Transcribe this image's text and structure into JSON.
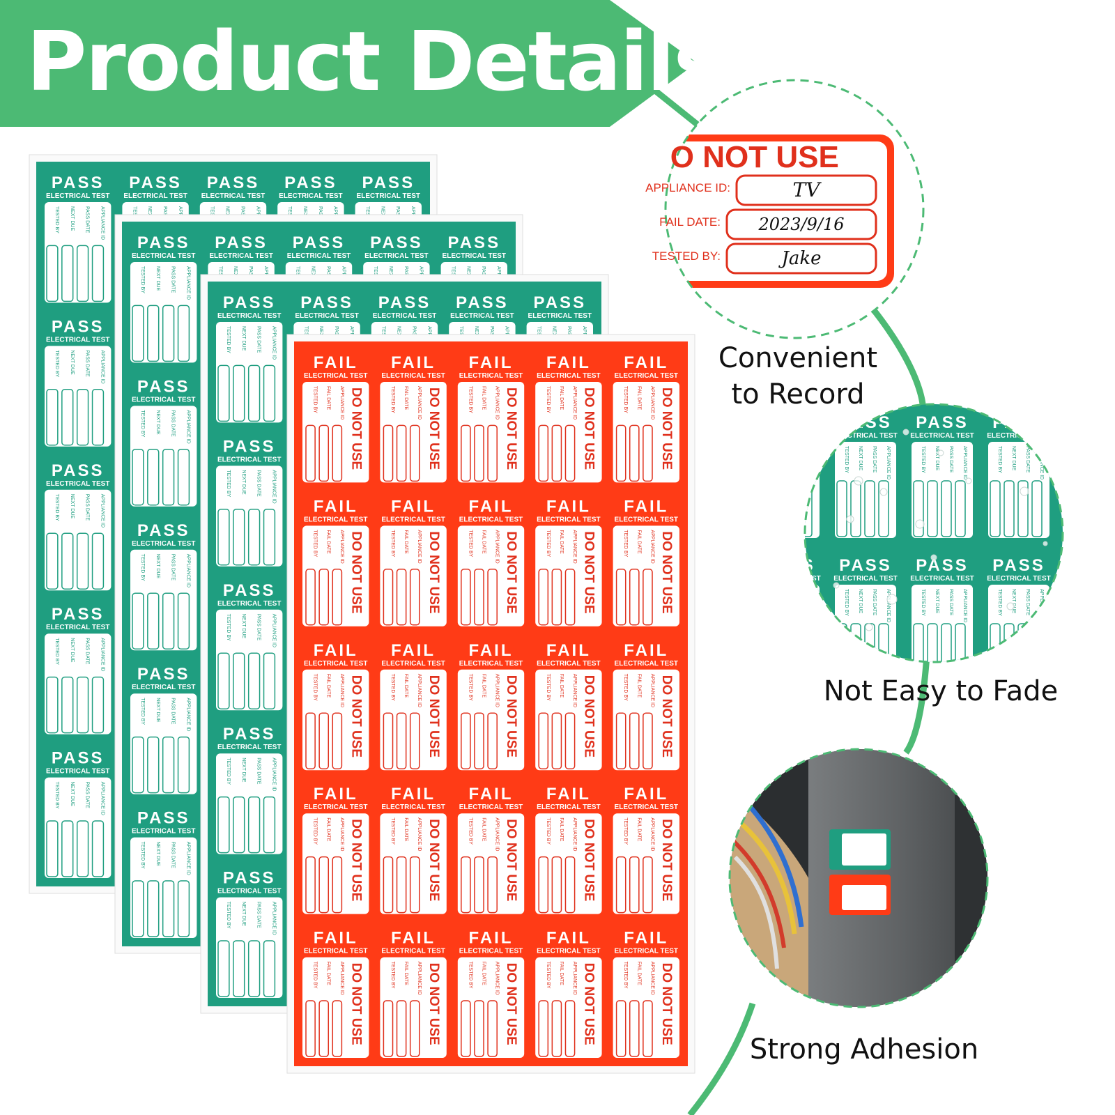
{
  "header": {
    "title": "Product Details"
  },
  "colors": {
    "brand_green": "#4cba74",
    "pass_teal": "#1f9e80",
    "fail_red": "#ff3b16",
    "label_red": "#e0301c",
    "sheet_white": "#fafafa"
  },
  "pass_label": {
    "title": "PASS",
    "subtitle": "ELECTRICAL TEST",
    "fields": [
      "APPLIANCE ID",
      "PASS DATE",
      "NEXT DUE",
      "TESTED BY"
    ]
  },
  "fail_label": {
    "title": "FAIL",
    "subtitle": "ELECTRICAL TEST",
    "warning": "DO NOT USE",
    "fields": [
      "APPLIANCE ID",
      "FAIL DATE",
      "TESTED BY"
    ]
  },
  "features": [
    {
      "caption": "Convenient\nto Record",
      "detail": {
        "heading": "DO NOT USE",
        "rows": [
          {
            "label": "APPLIANCE ID:",
            "value": "TV"
          },
          {
            "label": "FAIL DATE:",
            "value": "2023/9/16"
          },
          {
            "label": "TESTED BY:",
            "value": "Jake"
          }
        ]
      }
    },
    {
      "caption": "Not Easy to Fade"
    },
    {
      "caption": "Strong Adhesion"
    }
  ]
}
